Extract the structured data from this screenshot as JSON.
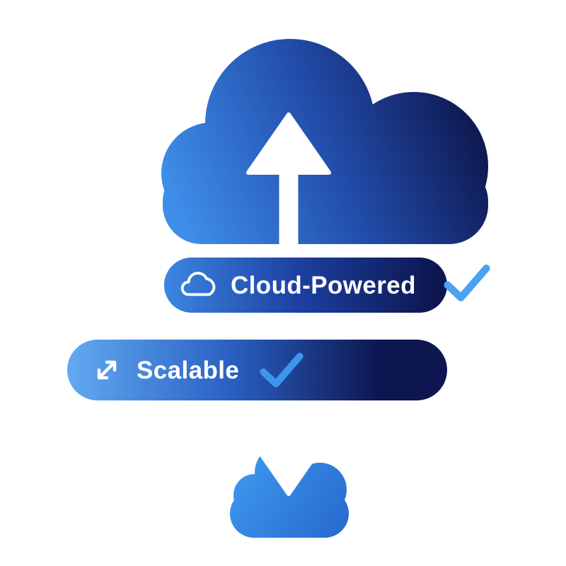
{
  "illustration": {
    "title": "cloud scaling concept illustration",
    "badges": [
      {
        "label": "Cloud-Powered",
        "icon": "cloud-outline-icon",
        "checked": true
      },
      {
        "label": "Scalable",
        "icon": "expand-diagonal-arrow-icon",
        "checked": true
      }
    ],
    "icons": [
      "cloud-outline-icon",
      "expand-diagonal-arrow-icon",
      "check-icon",
      "up-down-arrow"
    ],
    "colors": {
      "background": "#FFFFFF",
      "cloud_gradient_start": "#3E8EE9",
      "cloud_gradient_mid": "#2350AF",
      "cloud_gradient_end": "#0E174F",
      "small_cloud_gradient_start": "#3F9BEF",
      "small_cloud_gradient_end": "#2566CC",
      "pill_gradient_start": "#62AAF1",
      "pill_gradient_end": "#0D1650",
      "arrow": "#FFFFFF",
      "checkmark": "#4BA1F2",
      "text": "#FFFFFF"
    }
  }
}
